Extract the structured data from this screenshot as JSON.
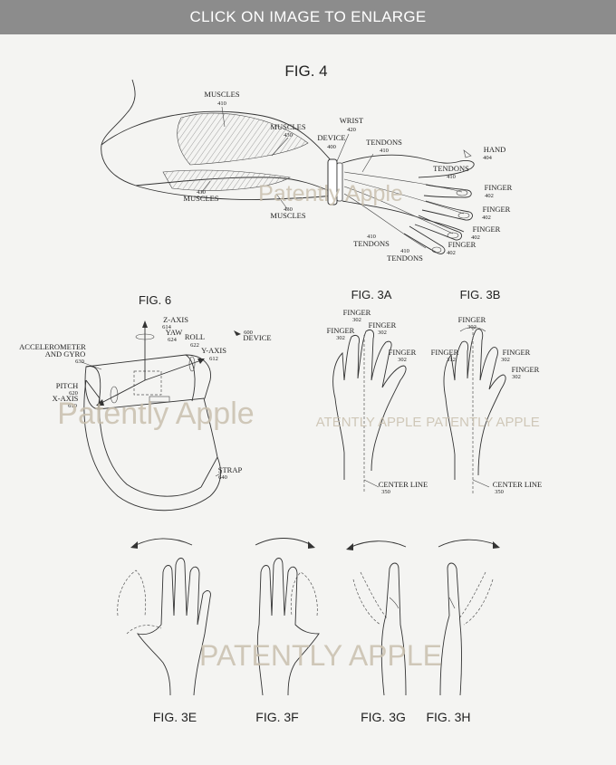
{
  "banner": "CLICK ON IMAGE TO ENLARGE",
  "watermarks": [
    "Patently Apple",
    "Patently Apple",
    "ATENTLY APPLE",
    "PATENTLY APPLE",
    "PATENTLY APPLE"
  ],
  "fig4": {
    "title": "FIG. 4",
    "labels": {
      "muscles_top": "MUSCLES",
      "n410a": "410",
      "muscles_mid": "MUSCLES",
      "n430a": "430",
      "wrist": "WRIST",
      "n420": "420",
      "device": "DEVICE",
      "n400": "400",
      "tendons_top": "TENDONS",
      "n410b": "410",
      "hand": "HAND",
      "n404": "404",
      "tendons_r": "TENDONS",
      "n410c": "410",
      "n430b": "430",
      "muscles_left": "MUSCLES",
      "n430c": "430",
      "muscles_bottom": "MUSCLES",
      "finger1": "FINGER",
      "n402a": "402",
      "finger2": "FINGER",
      "n402b": "402",
      "finger3": "FINGER",
      "n402c": "402",
      "finger4": "FINGER",
      "n402d": "402",
      "n410d": "410",
      "tendons_b1": "TENDONS",
      "n410e": "410",
      "tendons_b2": "TENDONS"
    }
  },
  "fig6": {
    "title": "FIG. 6",
    "labels": {
      "zaxis": "Z-AXIS",
      "n614": "614",
      "yaw": "YAW",
      "n624": "624",
      "roll": "ROLL",
      "n622": "622",
      "yaxis": "Y-AXIS",
      "n612": "612",
      "n600": "600",
      "device": "DEVICE",
      "accel": "ACCELEROMETER",
      "gyro": "AND GYRO",
      "n630": "630",
      "pitch": "PITCH",
      "n620": "620",
      "xaxis": "X-AXIS",
      "n610": "610",
      "strap": "STRAP",
      "n640": "640"
    }
  },
  "fig3a": {
    "title": "FIG. 3A",
    "labels": {
      "finger_top": "FINGER",
      "n302a": "302",
      "finger_l": "FINGER",
      "n302b": "302",
      "finger_m": "FINGER",
      "n302c": "302",
      "finger_r": "FINGER",
      "n302d": "302",
      "center": "CENTER LINE",
      "n350": "350"
    }
  },
  "fig3b": {
    "title": "FIG. 3B",
    "labels": {
      "finger_top": "FINGER",
      "n302a": "302",
      "finger_l": "FINGER",
      "n302b": "312",
      "finger_m": "FINGER",
      "n302c": "302",
      "finger_r": "FINGER",
      "n302d": "302",
      "center": "CENTER LINE",
      "n350": "350"
    }
  },
  "bottom_titles": [
    "FIG. 3E",
    "FIG. 3F",
    "FIG. 3G",
    "FIG. 3H"
  ]
}
